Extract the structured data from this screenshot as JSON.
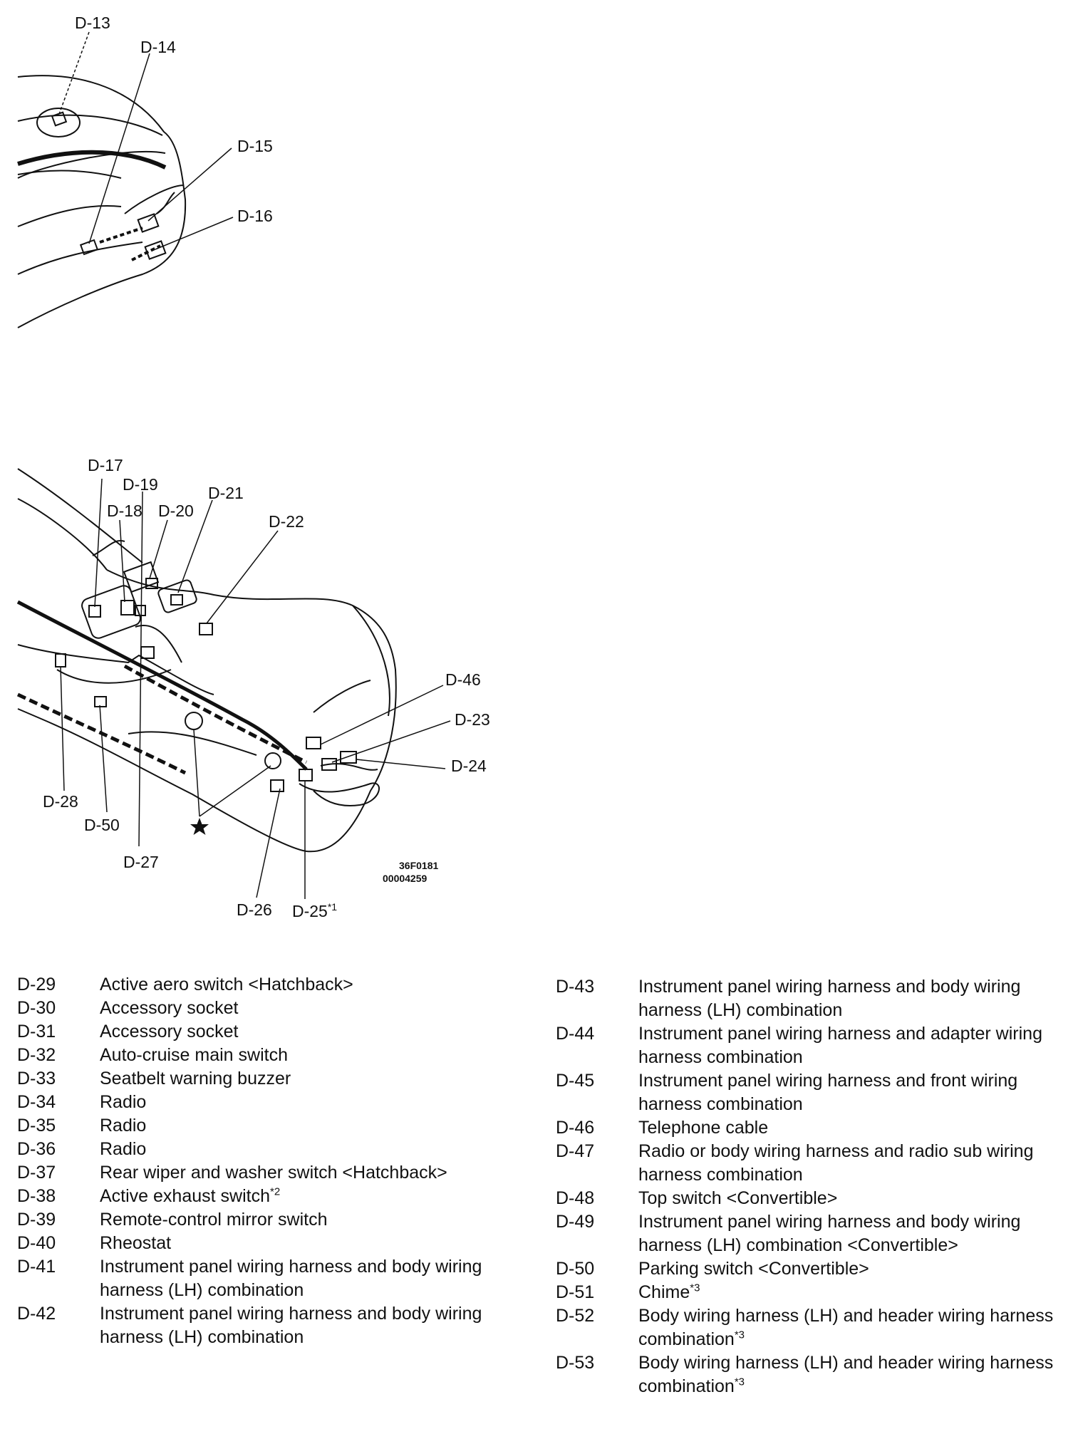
{
  "diagram_top": {
    "labels": [
      "D-13",
      "D-14",
      "D-15",
      "D-16"
    ]
  },
  "diagram_bottom": {
    "labels": [
      "D-17",
      "D-19",
      "D-18",
      "D-20",
      "D-21",
      "D-22",
      "D-46",
      "D-23",
      "D-24",
      "D-28",
      "D-50",
      "D-27",
      "D-26",
      "D-25"
    ],
    "d25_sup": "*1",
    "code_line1": "36F0181",
    "code_line2": "00004259"
  },
  "legend_left": [
    {
      "id": "D-29",
      "text": "Active aero switch <Hatchback>"
    },
    {
      "id": "D-30",
      "text": "Accessory socket"
    },
    {
      "id": "D-31",
      "text": "Accessory socket"
    },
    {
      "id": "D-32",
      "text": "Auto-cruise main switch"
    },
    {
      "id": "D-33",
      "text": "Seatbelt warning buzzer"
    },
    {
      "id": "D-34",
      "text": "Radio"
    },
    {
      "id": "D-35",
      "text": "Radio"
    },
    {
      "id": "D-36",
      "text": "Radio"
    },
    {
      "id": "D-37",
      "text": "Rear wiper and washer switch <Hatchback>"
    },
    {
      "id": "D-38",
      "text": "Active exhaust switch",
      "sup": "*2"
    },
    {
      "id": "D-39",
      "text": "Remote-control mirror switch"
    },
    {
      "id": "D-40",
      "text": "Rheostat"
    },
    {
      "id": "D-41",
      "text": "Instrument panel wiring harness and body wiring harness (LH) combination"
    },
    {
      "id": "D-42",
      "text": "Instrument panel wiring harness and body wiring harness (LH) combination"
    }
  ],
  "legend_right": [
    {
      "id": "D-43",
      "text": "Instrument panel wiring harness and body wiring harness (LH) combination"
    },
    {
      "id": "D-44",
      "text": "Instrument panel wiring harness and adapter wiring harness combination"
    },
    {
      "id": "D-45",
      "text": "Instrument panel wiring harness and front wiring harness combination"
    },
    {
      "id": "D-46",
      "text": "Telephone cable"
    },
    {
      "id": "D-47",
      "text": "Radio or body wiring harness and radio sub wiring harness combination"
    },
    {
      "id": "D-48",
      "text": "Top switch <Convertible>"
    },
    {
      "id": "D-49",
      "text": "Instrument panel wiring harness and body wiring harness (LH) combination <Convertible>"
    },
    {
      "id": "D-50",
      "text": "Parking switch <Convertible>"
    },
    {
      "id": "D-51",
      "text": "Chime",
      "sup": "*3"
    },
    {
      "id": "D-52",
      "text": "Body wiring harness (LH) and header wiring harness combination",
      "sup": "*3"
    },
    {
      "id": "D-53",
      "text": "Body wiring harness (LH) and header wiring harness combination",
      "sup": "*3"
    }
  ]
}
